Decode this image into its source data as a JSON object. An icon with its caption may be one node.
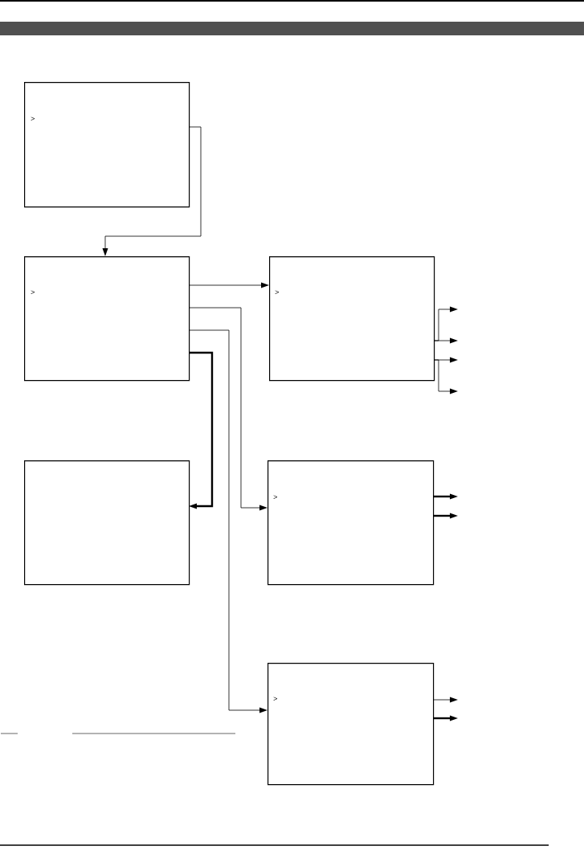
{
  "diagram": {
    "nodes": [
      {
        "text": [
          ">"
        ]
      },
      {
        "text": [
          ">"
        ]
      },
      {
        "text": [
          ">"
        ]
      },
      {
        "text": [],
        "shape": "box"
      },
      {
        "text": [
          ">"
        ]
      },
      {
        "text": [
          ">"
        ]
      }
    ],
    "edges": [
      {
        "from": 0,
        "to": 1,
        "arrow": "to"
      },
      {
        "from": 1,
        "to": 2,
        "arrow": "to"
      },
      {
        "from": 1,
        "to": 4,
        "arrow": "to"
      },
      {
        "from": 1,
        "to": 5,
        "arrow": "to"
      },
      {
        "from": 1,
        "to": 3,
        "arrow": "to",
        "style": "thick"
      },
      {
        "from": 2,
        "to": null,
        "arrow": "to"
      },
      {
        "from": 2,
        "to": null,
        "arrow": "to"
      },
      {
        "from": 2,
        "to": null,
        "arrow": "to"
      },
      {
        "from": 2,
        "to": null,
        "arrow": "to"
      },
      {
        "from": 4,
        "to": null,
        "arrow": "to",
        "style": "thick"
      },
      {
        "from": 4,
        "to": null,
        "arrow": "to",
        "style": "thick"
      },
      {
        "from": 5,
        "to": null,
        "arrow": "to"
      },
      {
        "from": 5,
        "to": null,
        "arrow": "to",
        "style": "thick"
      }
    ]
  }
}
